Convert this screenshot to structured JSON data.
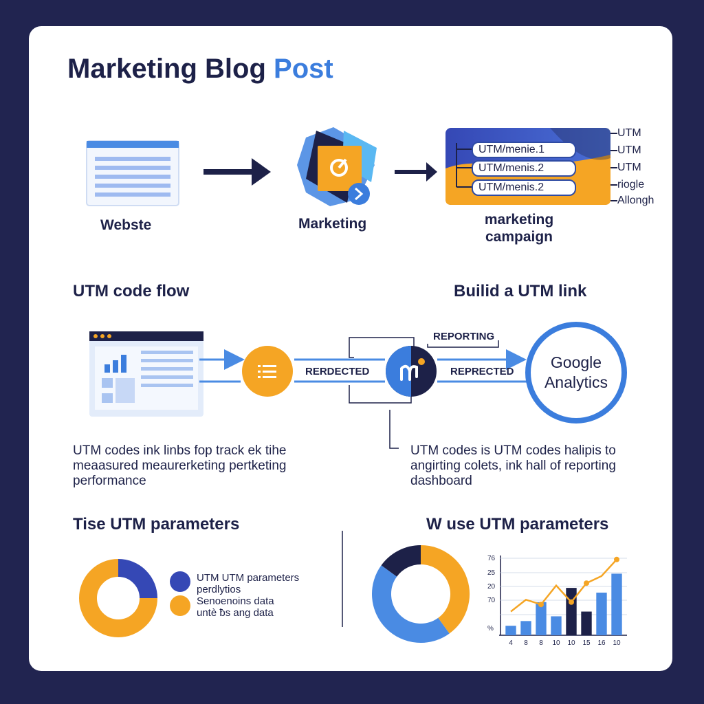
{
  "title": {
    "main": "Marketing Blog ",
    "accent": "Post"
  },
  "top_flow": {
    "website_label": "Webste",
    "marketing_label": "Marketing",
    "campaign_label_line1": "marketing",
    "campaign_label_line2": "campaign",
    "campaign_pills": [
      "UTM/menie.1",
      "UTM/menis.2",
      "UTM/menis.2"
    ],
    "campaign_side_labels": [
      "UTM",
      "UTM",
      "UTM",
      "riogle",
      "Allongh"
    ]
  },
  "sections": {
    "utm_flow": "UTM code flow",
    "build_link": "Builid a UTM link",
    "tise_params": "Tise UTM parameters",
    "w_use_params": "W use UTM parameters"
  },
  "mid_flow": {
    "redirected": "RERDECTED",
    "reporting": "REPORTING",
    "reprected": "REPRECTED",
    "ga_line1": "Google",
    "ga_line2": "Analytics"
  },
  "descriptions": {
    "left_line1": "UTM codes ink linbs fop track ek tihe",
    "left_line2": "meaasured meaurerketing pertketing",
    "left_line3": "performance",
    "right_line1": "UTM codes is UTM codes halipis to",
    "right_line2": "angirting colets, ink hall of reporting",
    "right_line3": "dashboard"
  },
  "legend": {
    "item1_line1": "UTM UTM parameters",
    "item1_line2": "perdlytios",
    "item2_line1": "Senoenoins data",
    "item2_line2": "untè ƀs ang data"
  },
  "colors": {
    "navy": "#1d2148",
    "blue": "#3b7ddd",
    "orange": "#f5a524",
    "indigo": "#3548b5",
    "light_blue": "#4a8be3"
  },
  "chart_data": [
    {
      "type": "pie",
      "variant": "donut",
      "slices": [
        {
          "value": 25,
          "color": "#3548b5"
        },
        {
          "value": 75,
          "color": "#f5a524"
        }
      ]
    },
    {
      "type": "pie",
      "variant": "donut",
      "slices": [
        {
          "value": 40,
          "color": "#f5a524"
        },
        {
          "value": 45,
          "color": "#4a8be3"
        },
        {
          "value": 15,
          "color": "#1d2148"
        }
      ]
    },
    {
      "type": "bar",
      "y_tick_labels": [
        "76",
        "25",
        "20",
        "70",
        "%"
      ],
      "x_tick_labels": [
        "4",
        "8",
        "8",
        "10",
        "10",
        "15",
        "16",
        "10"
      ],
      "series": [
        {
          "values": [
            2,
            3,
            7,
            4,
            10,
            5,
            9,
            13
          ],
          "colors": [
            "#4a8be3",
            "#4a8be3",
            "#4a8be3",
            "#4a8be3",
            "#1d2148",
            "#1d2148",
            "#4a8be3",
            "#4a8be3"
          ]
        },
        {
          "type": "line",
          "values": [
            5,
            7.5,
            6.5,
            10.5,
            7,
            11,
            12.5,
            16
          ],
          "color": "#f5a524"
        }
      ],
      "ylim": [
        0,
        18
      ]
    }
  ]
}
